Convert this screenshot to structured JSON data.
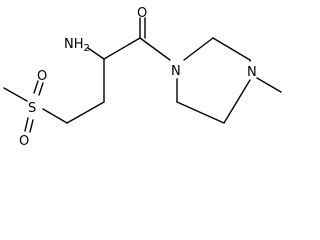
{
  "structure": {
    "atoms": {
      "amine": "NH2",
      "amine_base": "NH",
      "amine_sub": "2",
      "carbonyl_oxygen": "O",
      "amide_nitrogen": "N",
      "methyl_nitrogen": "N",
      "sulfur": "S",
      "sulfonyl_oxygen_upper": "O",
      "sulfonyl_oxygen_lower": "O"
    }
  }
}
